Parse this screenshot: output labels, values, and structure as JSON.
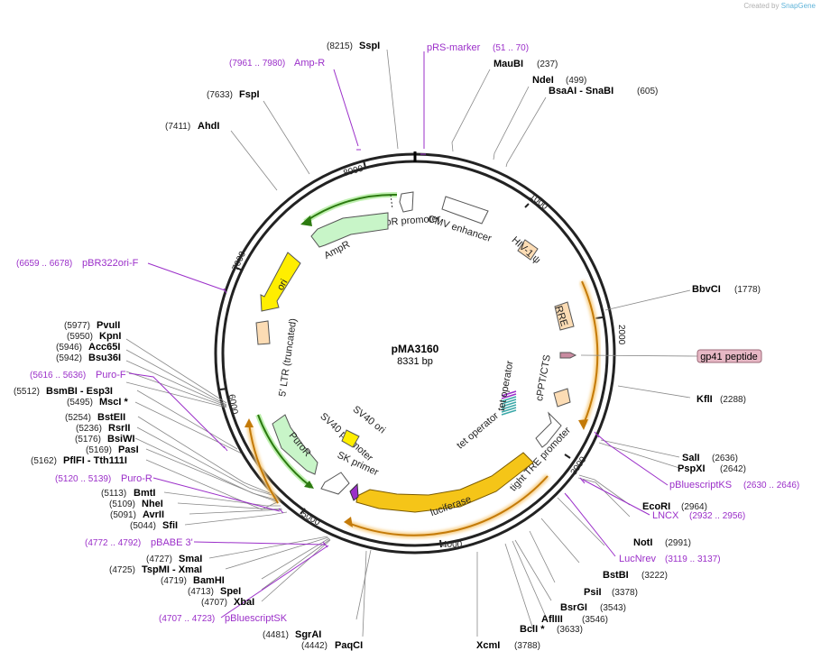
{
  "credit": {
    "prefix": "Created by",
    "brand": "SnapGene"
  },
  "plasmid": {
    "name": "pMA3160",
    "size": "8331 bp"
  },
  "ticks": [
    "1000",
    "2000",
    "3000",
    "4000",
    "5000",
    "6000",
    "7000",
    "8000"
  ],
  "enzymes": [
    {
      "coord": "(8215)",
      "name": "SspI"
    },
    {
      "coord": "(237)",
      "name": "MauBI"
    },
    {
      "coord": "(499)",
      "name": "NdeI"
    },
    {
      "coord": "(605)",
      "name": "BsaAI  - SnaBI"
    },
    {
      "coord": "(7633)",
      "name": "FspI"
    },
    {
      "coord": "(7411)",
      "name": "AhdI"
    },
    {
      "coord": "(1778)",
      "name": "BbvCI"
    },
    {
      "coord": "(2288)",
      "name": "KflI"
    },
    {
      "coord": "(2636)",
      "name": "SalI"
    },
    {
      "coord": "(2642)",
      "name": "PspXI"
    },
    {
      "coord": "(2964)",
      "name": "EcoRI"
    },
    {
      "coord": "(2991)",
      "name": "NotI"
    },
    {
      "coord": "(3222)",
      "name": "BstBI"
    },
    {
      "coord": "(3378)",
      "name": "PsiI"
    },
    {
      "coord": "(3543)",
      "name": "BsrGI"
    },
    {
      "coord": "(3546)",
      "name": "AflIII"
    },
    {
      "coord": "(3633)",
      "name": "BclI *"
    },
    {
      "coord": "(3788)",
      "name": "XcmI"
    },
    {
      "coord": "(4442)",
      "name": "PaqCI"
    },
    {
      "coord": "(4481)",
      "name": "SgrAI"
    },
    {
      "coord": "(4707)",
      "name": "XbaI"
    },
    {
      "coord": "(4713)",
      "name": "SpeI"
    },
    {
      "coord": "(4719)",
      "name": "BamHI"
    },
    {
      "coord": "(4725)",
      "name": "TspMI  - XmaI"
    },
    {
      "coord": "(4727)",
      "name": "SmaI"
    },
    {
      "coord": "(5044)",
      "name": "SfiI"
    },
    {
      "coord": "(5091)",
      "name": "AvrII"
    },
    {
      "coord": "(5109)",
      "name": "NheI"
    },
    {
      "coord": "(5113)",
      "name": "BmtI"
    },
    {
      "coord": "(5162)",
      "name": "PflFI  - Tth111I"
    },
    {
      "coord": "(5169)",
      "name": "PasI"
    },
    {
      "coord": "(5176)",
      "name": "BsiWI"
    },
    {
      "coord": "(5236)",
      "name": "RsrII"
    },
    {
      "coord": "(5254)",
      "name": "BstEII"
    },
    {
      "coord": "(5495)",
      "name": "MscI *"
    },
    {
      "coord": "(5512)",
      "name": "BsmBI   - Esp3I"
    },
    {
      "coord": "(5942)",
      "name": "Bsu36I"
    },
    {
      "coord": "(5946)",
      "name": "Acc65I"
    },
    {
      "coord": "(5950)",
      "name": "KpnI"
    },
    {
      "coord": "(5977)",
      "name": "PvuII"
    }
  ],
  "primers": [
    {
      "coord": "(51 .. 70)",
      "name": "pRS-marker"
    },
    {
      "coord": "(7961 .. 7980)",
      "name": "Amp-R"
    },
    {
      "coord": "(6659 .. 6678)",
      "name": "pBR322ori-F"
    },
    {
      "coord": "(5616 .. 5636)",
      "name": "Puro-F"
    },
    {
      "coord": "(5120 .. 5139)",
      "name": "Puro-R"
    },
    {
      "coord": "(4772 .. 4792)",
      "name": "pBABE 3'"
    },
    {
      "coord": "(4707 .. 4723)",
      "name": "pBluescriptSK"
    },
    {
      "coord": "(2630 .. 2646)",
      "name": "pBluescriptKS"
    },
    {
      "coord": "(2932 .. 2956)",
      "name": "LNCX"
    },
    {
      "coord": "(3119 .. 3137)",
      "name": "LucNrev"
    }
  ],
  "features": {
    "ampr_promoter": "AmpR promoter",
    "cmv_enhancer": "CMV enhancer",
    "ampr": "AmpR",
    "hiv_psi": "HIV-1 ψ",
    "ori": "ori",
    "rre": "RRE",
    "ltr": "5' LTR (truncated)",
    "cppt": "cPPT/CTS",
    "tet_operator_1": "tet operator",
    "tet_operator_2": "tet operator",
    "tight_tre": "tight TRE promoter",
    "sv40_ori": "SV40 ori",
    "sv40_promoter": "SV40 promoter",
    "puror": "PuroR",
    "sk_primer": "SK primer",
    "luciferase": "luciferase",
    "gp41": "gp41 peptide"
  },
  "colors": {
    "orange_arrow": "#f5a623",
    "promoter_fill": "#ffffff",
    "marker_green": "#c8f5c8",
    "ori_yellow": "#ffee00",
    "misc_peach": "#fcdcb4",
    "luciferase": "#f5c518",
    "gp41_pink": "#e7b8c5",
    "primer_purple": "#9b2fc9"
  }
}
